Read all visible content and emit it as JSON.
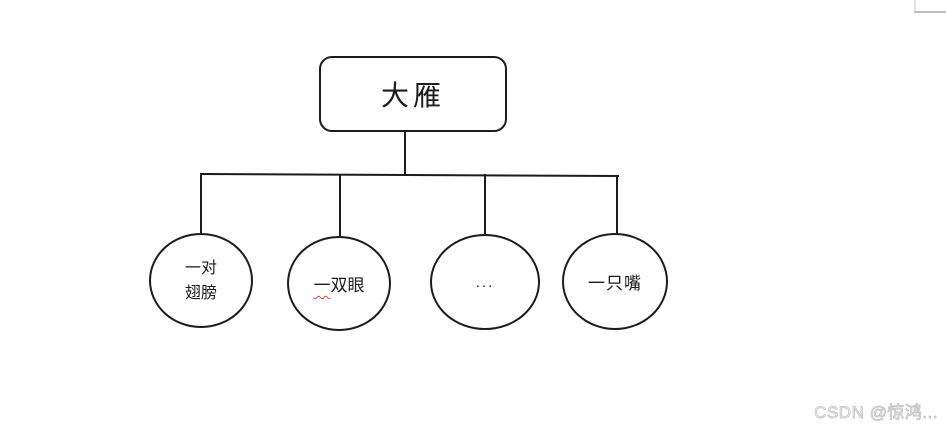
{
  "diagram": {
    "root": {
      "label": "大雁"
    },
    "children": [
      {
        "label": "一对翅膀",
        "line1": "一对",
        "line2": "翅膀"
      },
      {
        "label": "一双眼",
        "prefix": "一",
        "rest": "双眼",
        "spellcheck_underline": "red-wavy"
      },
      {
        "label": "..."
      },
      {
        "label": "一只嘴"
      }
    ]
  },
  "watermark": {
    "text": "CSDN @惊鸿..."
  },
  "colors": {
    "node_border": "#1c1c1c",
    "connector_line": "#1c1c1c",
    "squiggle_red": "#e23b3b",
    "watermark_gray": "#c2c2c2",
    "background": "#ffffff"
  }
}
